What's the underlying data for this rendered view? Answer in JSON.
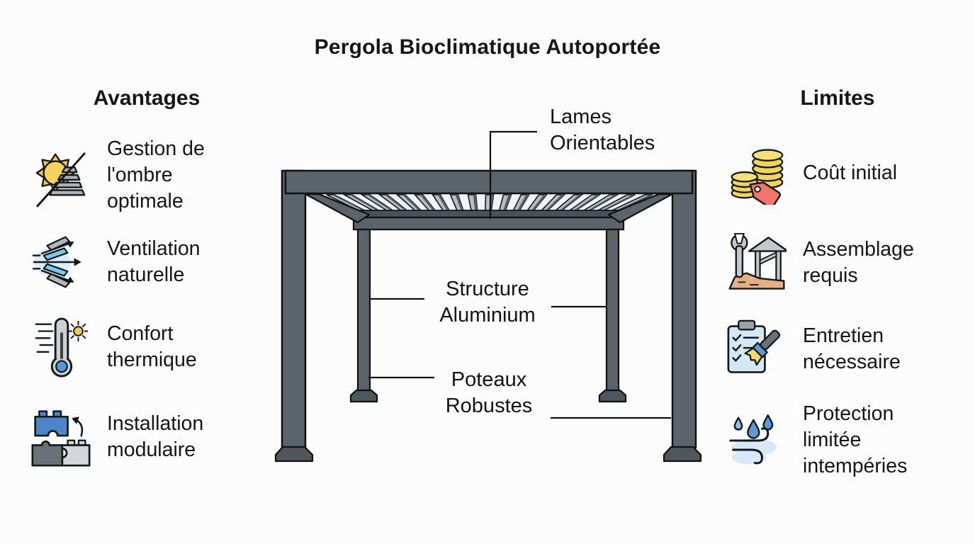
{
  "title": "Pergola Bioclimatique Autoportée",
  "advantages": {
    "header": "Avantages",
    "items": [
      {
        "icon": "sun-shade-icon",
        "lines": [
          "Gestion de",
          "l'ombre",
          "optimale"
        ]
      },
      {
        "icon": "ventilation-icon",
        "lines": [
          "Ventilation",
          "naturelle"
        ]
      },
      {
        "icon": "thermometer-sun-icon",
        "lines": [
          "Confort",
          "thermique"
        ]
      },
      {
        "icon": "modular-blocks-icon",
        "lines": [
          "Installation",
          "modulaire"
        ]
      }
    ]
  },
  "limits": {
    "header": "Limites",
    "items": [
      {
        "icon": "coins-price-tag-icon",
        "lines": [
          "Coût initial"
        ]
      },
      {
        "icon": "assembly-tools-icon",
        "lines": [
          "Assemblage",
          "requis"
        ]
      },
      {
        "icon": "maintenance-brush-icon",
        "lines": [
          "Entretien",
          "nécessaire"
        ]
      },
      {
        "icon": "rain-wind-icon",
        "lines": [
          "Protection",
          "limitée",
          "intempéries"
        ]
      }
    ]
  },
  "diagram": {
    "labels": {
      "lames": [
        "Lames",
        "Orientables"
      ],
      "structure": [
        "Structure",
        "Aluminium"
      ],
      "poteaux": [
        "Poteaux",
        "Robustes"
      ]
    }
  },
  "colors": {
    "background": "#fcfcfc",
    "text": "#161616",
    "structure_gray": "#5b646b",
    "structure_dark": "#4e575e",
    "louver_gray": "#b7bdc1",
    "sun_yellow": "#f2c94c",
    "coin_yellow": "#f0d45e",
    "tag_red": "#f4756a",
    "accent_blue": "#4a86c8",
    "water_blue": "#5b9bd5",
    "light_blue": "#7cc8ee",
    "wood_tan": "#e2b183"
  }
}
